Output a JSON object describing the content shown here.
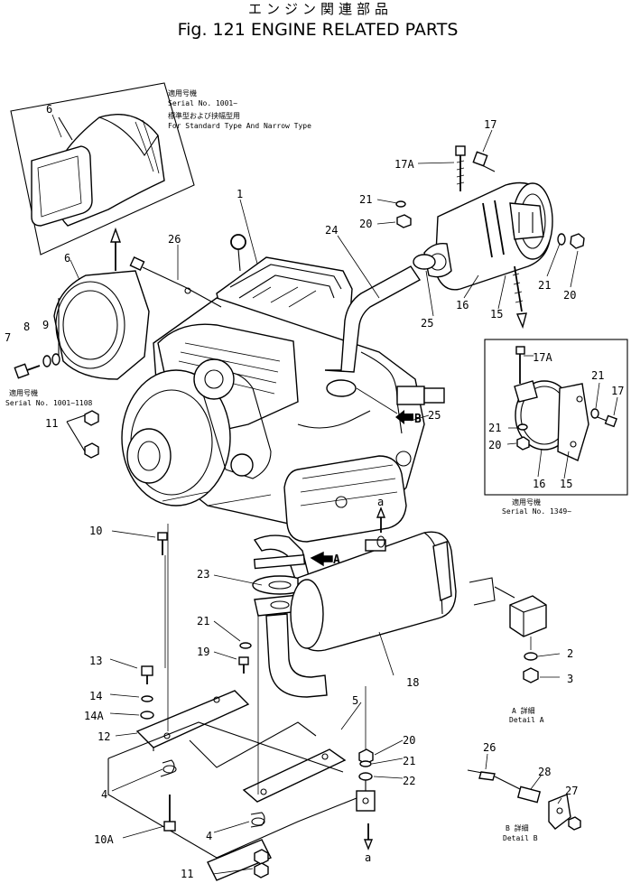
{
  "header": {
    "title_jp": "エンジン関連部品",
    "title_en": "Fig. 121 ENGINE RELATED PARTS"
  },
  "notes": {
    "inset_top_l1": "適用号機",
    "inset_top_l2": "Serial No. 1001~",
    "inset_top_l3": "標準型および挟幅型用",
    "inset_top_l4": "For Standard Type And Narrow Type",
    "left_l1": "適用号機",
    "left_l2": "Serial No. 1001~1108",
    "right_l1": "適用号機",
    "right_l2": "Serial No. 1349~",
    "detail_a_jp": "A 詳細",
    "detail_a_en": "Detail A",
    "detail_b_jp": "B 詳細",
    "detail_b_en": "Detail B"
  },
  "callouts": {
    "n1": "1",
    "n2": "2",
    "n3": "3",
    "n4a": "4",
    "n4b": "4",
    "n5": "5",
    "n6a": "6",
    "n6b": "6",
    "n7": "7",
    "n8": "8",
    "n9": "9",
    "n10": "10",
    "n10a": "10A",
    "n11a": "11",
    "n11b": "11",
    "n12": "12",
    "n13": "13",
    "n14": "14",
    "n14a": "14A",
    "n15a": "15",
    "n15b": "15",
    "n16a": "16",
    "n16b": "16",
    "n17a": "17",
    "n17b": "17",
    "n17Aa": "17A",
    "n17Ab": "17A",
    "n18": "18",
    "n19": "19",
    "n20a": "20",
    "n20b": "20",
    "n20c": "20",
    "n20d": "20",
    "n21a": "21",
    "n21b": "21",
    "n21c": "21",
    "n21d": "21",
    "n21e": "21",
    "n21f": "21",
    "n22": "22",
    "n23": "23",
    "n24": "24",
    "n25a": "25",
    "n25b": "25",
    "n26a": "26",
    "n26b": "26",
    "n27": "27",
    "n28": "28"
  },
  "view_markers": {
    "a_top": "a",
    "a_bottom": "a",
    "arrow_a": "A",
    "arrow_b": "B"
  }
}
